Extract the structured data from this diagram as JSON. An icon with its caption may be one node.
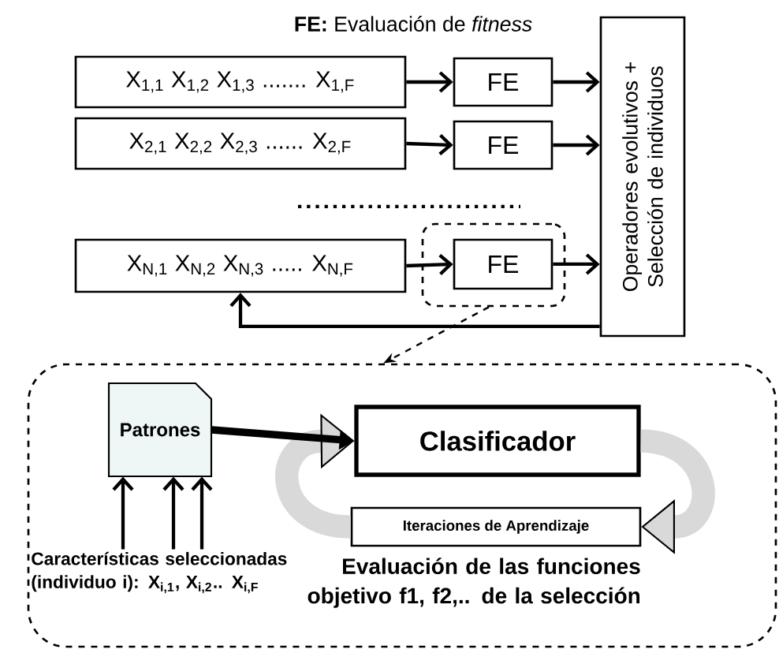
{
  "diagram": {
    "title": "**FE:** Evaluación de *fitness*",
    "nodes": [
      {
        "text": [
          "X$_{1,1}$ X$_{1,2}$ X$_{1,3}$ ....... X$_{1,F}$"
        ]
      },
      {
        "text": [
          "FE"
        ]
      },
      {
        "text": [
          "X$_{2,1}$ X$_{2,2}$ X$_{2,3}$ ...... X$_{2,F}$"
        ]
      },
      {
        "text": [
          "FE"
        ]
      },
      {
        "text": [
          "X$_{N,1}$ X$_{N,2}$ X$_{N,3}$ ..... X$_{N,F}$"
        ]
      },
      {
        "text": [],
        "shape": "box"
      },
      {
        "text": [
          "FE"
        ],
        "in": 5
      },
      {
        "text": [
          "Operadores evolutivos + Selección de individuos"
        ]
      },
      {
        "text": [],
        "shape": "box"
      },
      {
        "text": [
          "Patrones"
        ],
        "in": 8
      },
      {
        "text": [
          "Clasificador"
        ],
        "in": 8
      },
      {
        "text": [
          "Iteraciones de Aprendizaje"
        ],
        "in": 8
      },
      {
        "text": [
          "Características seleccionadas (individuo i): X$_{i,1}$, X$_{i,2}$.. X$_{i,F}$"
        ],
        "in": 8
      }
    ],
    "edges": [
      {
        "from": 0,
        "to": 1,
        "arrow": "to"
      },
      {
        "from": 1,
        "to": 7,
        "arrow": "to"
      },
      {
        "from": 2,
        "to": 3,
        "arrow": "to"
      },
      {
        "from": 3,
        "to": 7,
        "arrow": "to"
      },
      {
        "from": 4,
        "to": 6,
        "arrow": "to"
      },
      {
        "from": 6,
        "to": 7,
        "arrow": "to"
      },
      {
        "from": 7,
        "to": 4,
        "arrow": "to"
      },
      {
        "from": 5,
        "to": 8,
        "arrow": "to",
        "style": "dashed"
      },
      {
        "from": 9,
        "to": 10,
        "arrow": "to",
        "style": "thick"
      },
      {
        "from": 12,
        "to": 9,
        "arrow": "to"
      },
      {
        "from": 12,
        "to": 9,
        "arrow": "to"
      },
      {
        "from": 12,
        "to": 9,
        "arrow": "to"
      },
      {
        "from": 10,
        "to": 11,
        "arrow": "to",
        "style": "thick",
        "color": "#d9d9d9"
      },
      {
        "from": 11,
        "to": 10,
        "arrow": "to",
        "style": "thick",
        "color": "#d9d9d9"
      }
    ],
    "labels": [
      "Evaluación de las funciones objetivo f1, f2,.. de la selección"
    ]
  }
}
